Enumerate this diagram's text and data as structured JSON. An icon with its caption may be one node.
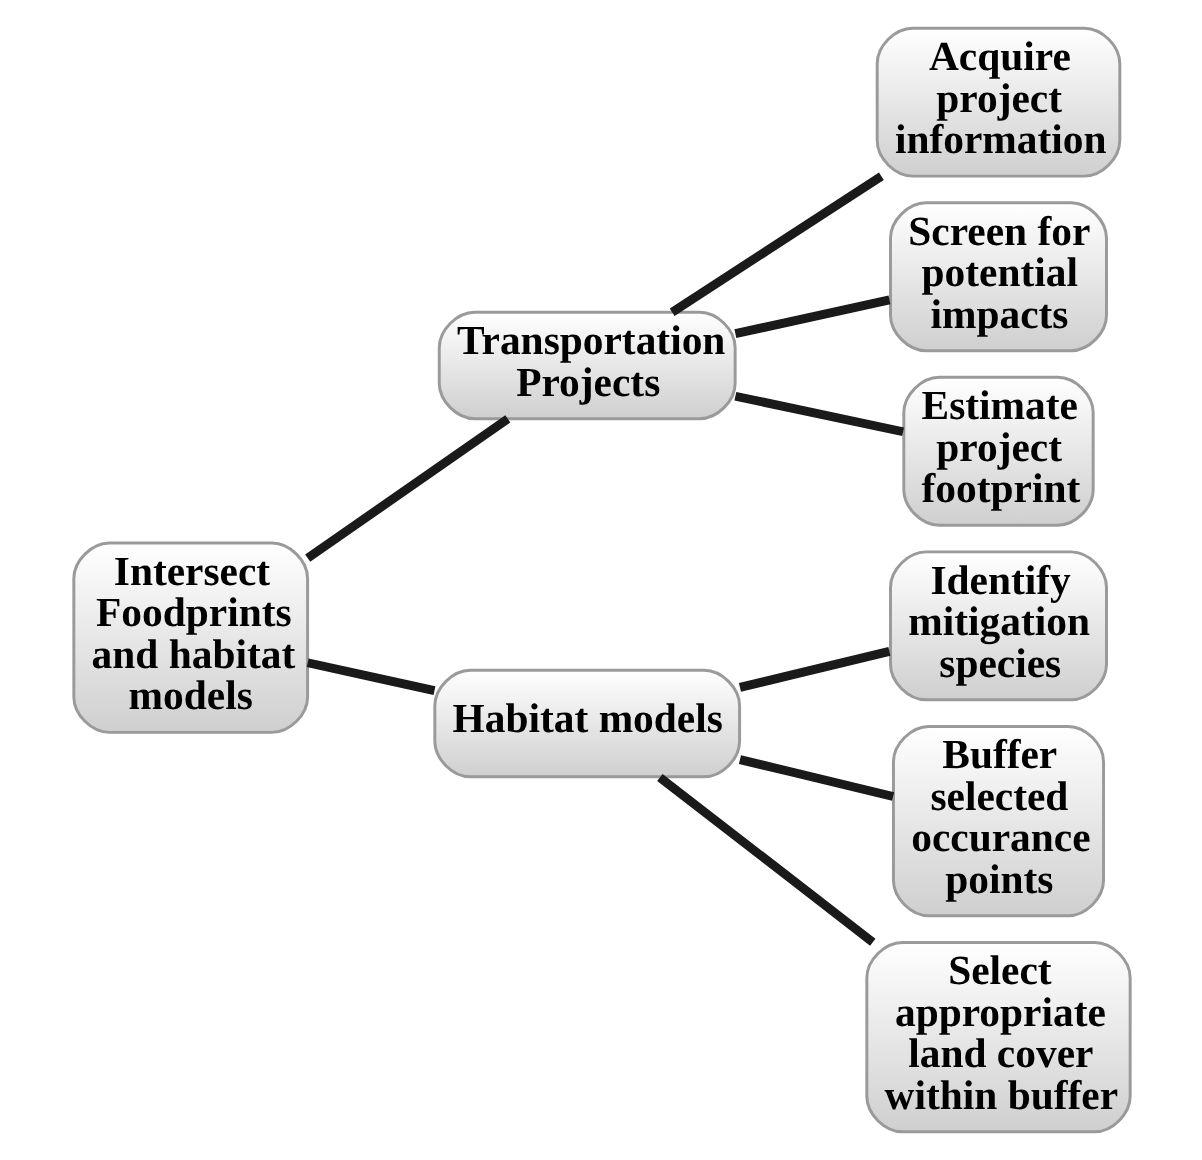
{
  "diagram": {
    "nodes": [
      {
        "text": [
          "Intersect Foodprints and habitat models"
        ]
      },
      {
        "text": [
          "Transportation Projects"
        ]
      },
      {
        "text": [
          "Acquire project information"
        ]
      },
      {
        "text": [
          "Screen for potential impacts"
        ]
      },
      {
        "text": [
          "Estimate project footprint"
        ]
      },
      {
        "text": [
          "Habitat models"
        ]
      },
      {
        "text": [
          "Identify mitigation species"
        ]
      },
      {
        "text": [
          "Buffer selected occurance points"
        ]
      },
      {
        "text": [
          "Select appropriate land cover within buffer"
        ]
      }
    ],
    "edges": [
      {
        "from": 0,
        "to": 1,
        "arrow": "none"
      },
      {
        "from": 0,
        "to": 5,
        "arrow": "none"
      },
      {
        "from": 1,
        "to": 2,
        "arrow": "none"
      },
      {
        "from": 1,
        "to": 3,
        "arrow": "none"
      },
      {
        "from": 1,
        "to": 4,
        "arrow": "none"
      },
      {
        "from": 5,
        "to": 6,
        "arrow": "none"
      },
      {
        "from": 5,
        "to": 7,
        "arrow": "none"
      },
      {
        "from": 5,
        "to": 8,
        "arrow": "none"
      }
    ]
  }
}
